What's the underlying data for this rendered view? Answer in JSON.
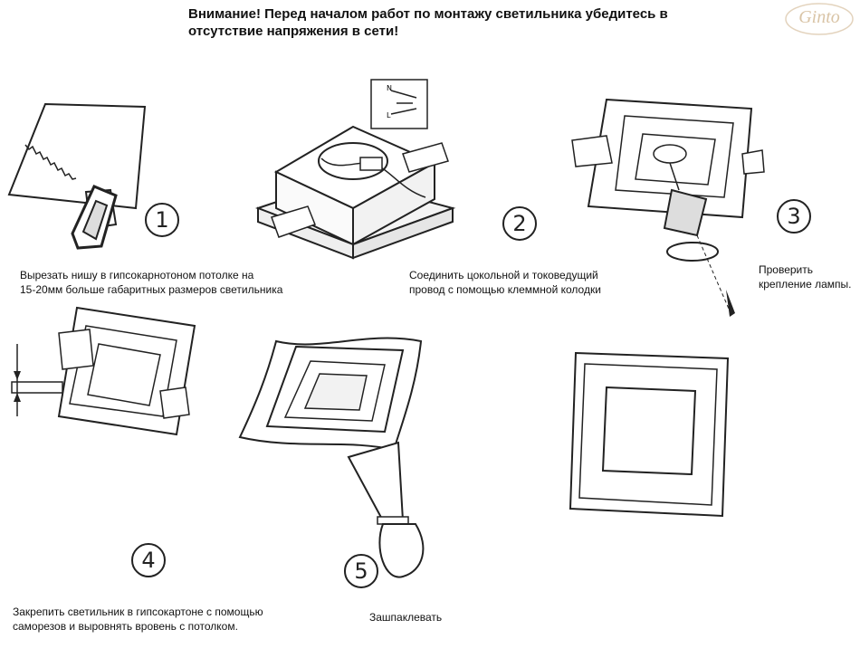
{
  "header": {
    "warning_line1": "Внимание! Перед началом работ по монтажу светильника убедитесь в",
    "warning_line2": "отсутствие напряжения в сети!",
    "logo_text": "Ginto"
  },
  "steps": [
    {
      "number": "1",
      "caption_line1": "Вырезать нишу в гипсокарнотоном потолке на",
      "caption_line2": "15-20мм больше габаритных размеров светильника"
    },
    {
      "number": "2",
      "caption_line1": "Соединить цокольной и токоведущий",
      "caption_line2": "провод с помощью  клеммной колодки"
    },
    {
      "number": "3",
      "caption_line1": "Проверить",
      "caption_line2": "крепление лампы."
    },
    {
      "number": "4",
      "caption_line1": "Закрепить светильник в гипсокартоне с помощью",
      "caption_line2": "саморезов и выровнять вровень с потолком."
    },
    {
      "number": "5",
      "caption_line1": "Зашпаклевать",
      "caption_line2": ""
    }
  ],
  "wiring_labels": {
    "n": "N",
    "l": "L"
  }
}
